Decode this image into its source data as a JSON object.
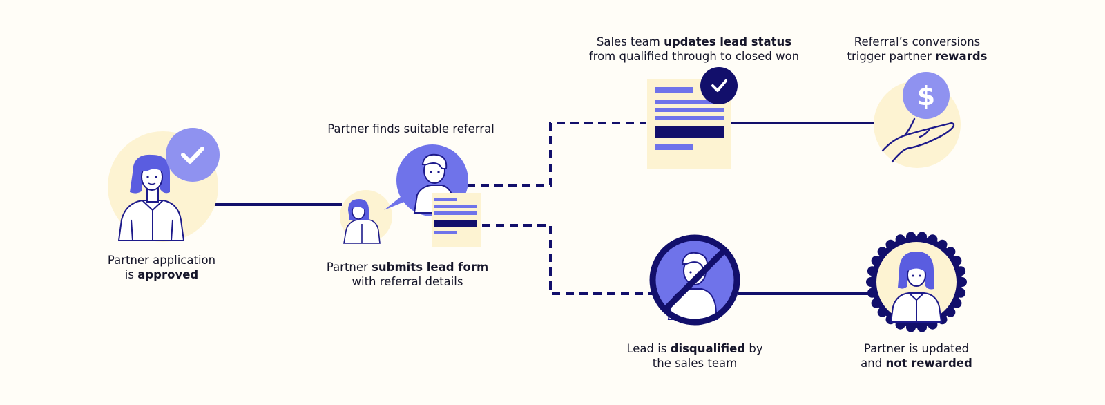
{
  "colors": {
    "background": "#fffdf7",
    "navy": "#120f6b",
    "purple": "#6f73ea",
    "lightPurple": "#8f92f0",
    "cream": "#fdf3d2",
    "ink": "#1d1a8a",
    "skin": "#ffffff"
  },
  "steps": {
    "approved": {
      "l1": "Partner application",
      "l2a": "is ",
      "l2b": "approved"
    },
    "finds": {
      "l1": "Partner finds suitable referral"
    },
    "submits": {
      "l1a": "Partner ",
      "l1b": "submits lead form",
      "l2": "with referral details"
    },
    "updates": {
      "l1a": "Sales team ",
      "l1b": "updates lead status",
      "l2": "from qualified through to closed won"
    },
    "rewards": {
      "l1": "Referral’s conversions",
      "l2a": "trigger partner ",
      "l2b": "rewards"
    },
    "disqualified": {
      "l1a": "Lead is ",
      "l1b": "disqualified",
      "l1c": " by",
      "l2": "the sales team"
    },
    "notRewarded": {
      "l1": "Partner is updated",
      "l2a": "and ",
      "l2b": "not rewarded"
    }
  },
  "icons": {
    "check": "check-icon",
    "dollar": "dollar-sign-icon",
    "hand": "open-hand-icon",
    "prohibited": "prohibited-icon",
    "form": "lead-form-icon",
    "person": "person-icon"
  }
}
